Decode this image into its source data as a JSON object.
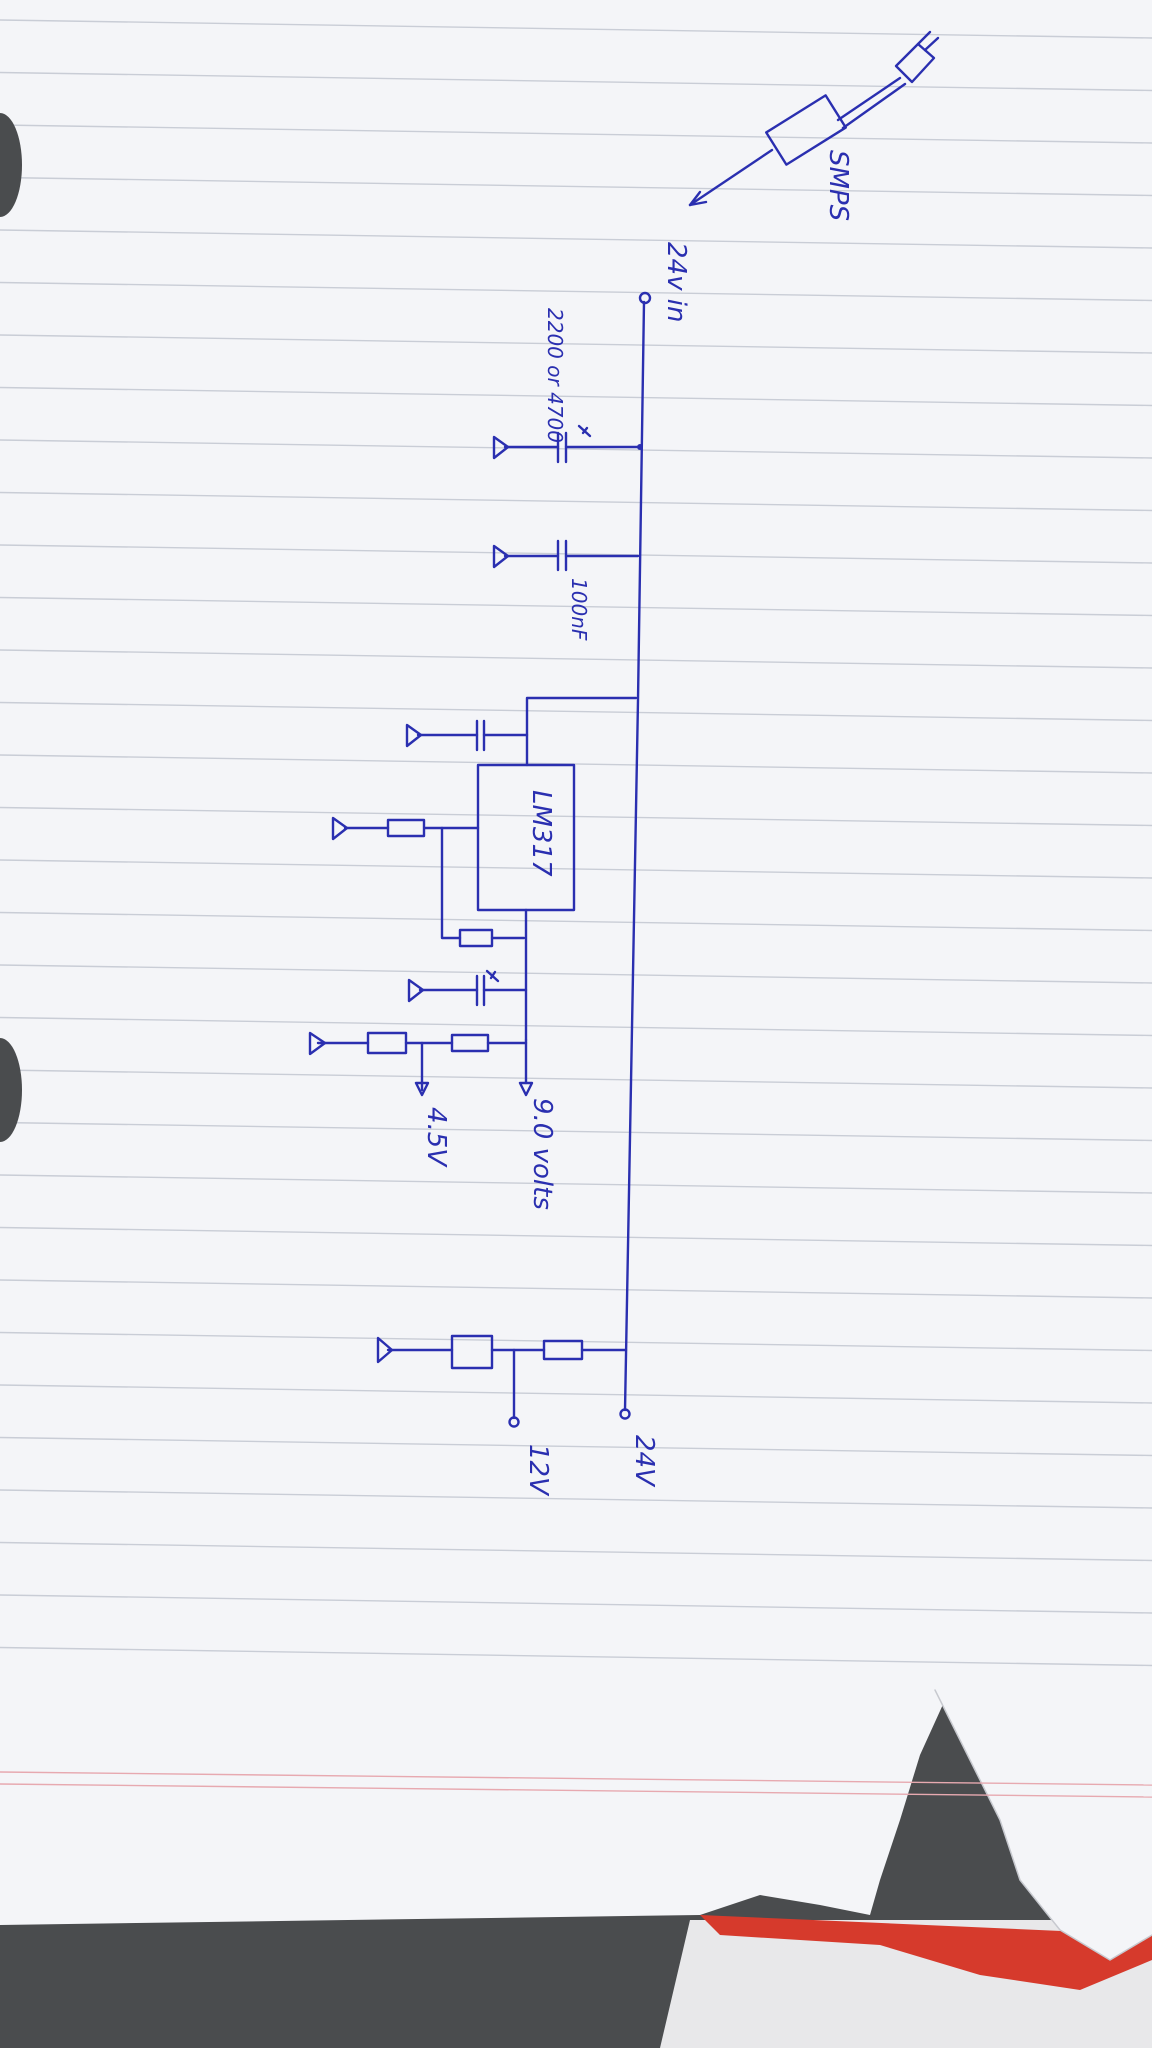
{
  "diagram": {
    "labels": {
      "smps": "SMPS",
      "input": "24v in",
      "cap_values": "2200 or 4700",
      "ceramic_cap": "100nF",
      "regulator": "LM317",
      "reg_output": "9.0 volts",
      "half_output": "4.5V",
      "output_24": "24V",
      "output_12": "12V"
    },
    "colors": {
      "ink": "#2a2fb0",
      "paper": "#f4f5f8",
      "rule": "#c9cdd6",
      "margin": "#e7a9b0",
      "carpet": "#4a4c4e",
      "folder": "#d63a2c"
    }
  }
}
